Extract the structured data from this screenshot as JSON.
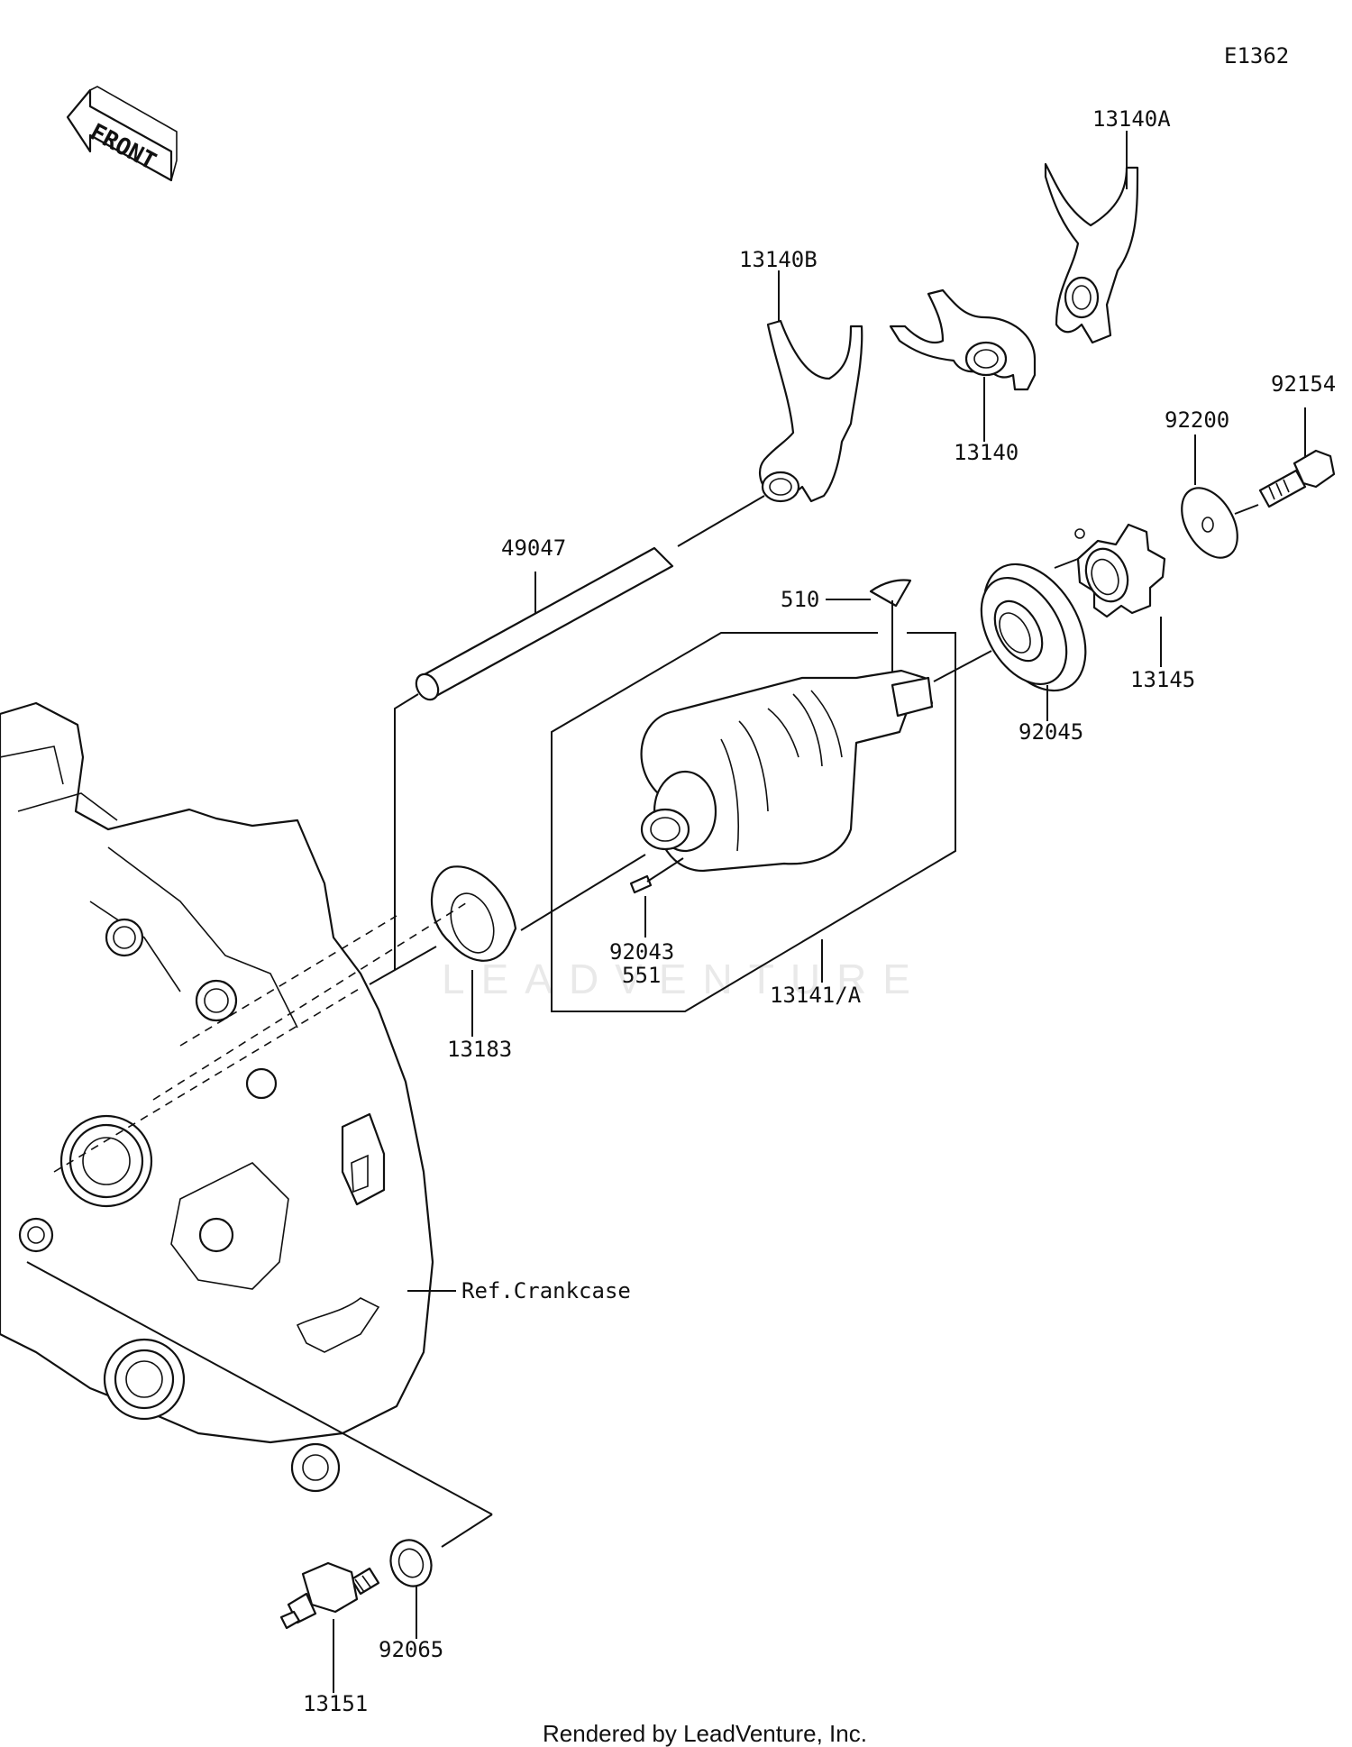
{
  "diagram_code": "E1362",
  "front_label": "FRONT",
  "watermark": "LEADVENTURE",
  "footer": "Rendered by LeadVenture, Inc.",
  "ref_label": "Ref.Crankcase",
  "parts": {
    "p13140A": "13140A",
    "p13140B": "13140B",
    "p13140": "13140",
    "p92154": "92154",
    "p92200": "92200",
    "p49047": "49047",
    "p510": "510",
    "p13145": "13145",
    "p92045": "92045",
    "p92043": "92043",
    "p551": "551",
    "p13141A": "13141/A",
    "p13183": "13183",
    "p92065": "92065",
    "p13151": "13151"
  }
}
